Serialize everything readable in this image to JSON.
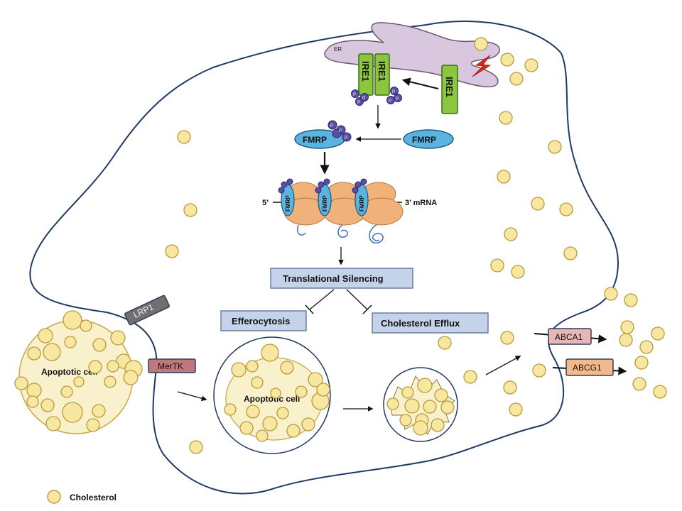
{
  "er": {
    "label": "ER"
  },
  "receptors": {
    "ire1_a": "IRE1",
    "ire1_b": "IRE1",
    "ire1_c": "IRE1"
  },
  "phospho": {
    "p": "P"
  },
  "fmrp": {
    "phosphorylated": "FMRP",
    "unphosphorylated": "FMRP",
    "on_ribosome_1": "FMRP",
    "on_ribosome_2": "FMRP",
    "on_ribosome_3": "FMRP"
  },
  "mrna": {
    "five_prime": "5’",
    "three_prime": "3’ mRNA"
  },
  "boxes": {
    "translational_silencing": "Translational Silencing",
    "efferocytosis": "Efferocytosis",
    "cholesterol_efflux": "Cholesterol Efflux"
  },
  "membrane_proteins": {
    "lrp1": "LRP1",
    "mertk": "MerTK",
    "abca1": "ABCA1",
    "abcg1": "ABCG1"
  },
  "cells": {
    "apoptotic_outside": "Apoptotic cell",
    "apoptotic_inside": "Apoptotic cell"
  },
  "legend": {
    "cholesterol": "Cholesterol"
  },
  "colors": {
    "membrane": "#1f3a63",
    "cholesterol_fill": "#f7e7a1",
    "cholesterol_stroke": "#b89a3a",
    "er_fill": "#d9c6df",
    "ire1_fill": "#8cc63f",
    "fmrp_fill": "#5bb3e0",
    "phospho_fill": "#5a4fa3",
    "ribosome_fill": "#f0b27a",
    "box_fill": "#c5d3ea",
    "lrp1_fill": "#6f6f6f",
    "mertk_fill": "#c0787b",
    "abca1_fill": "#e8b6b8",
    "abcg1_fill": "#f3b98a",
    "lightning": "#e0261b"
  }
}
